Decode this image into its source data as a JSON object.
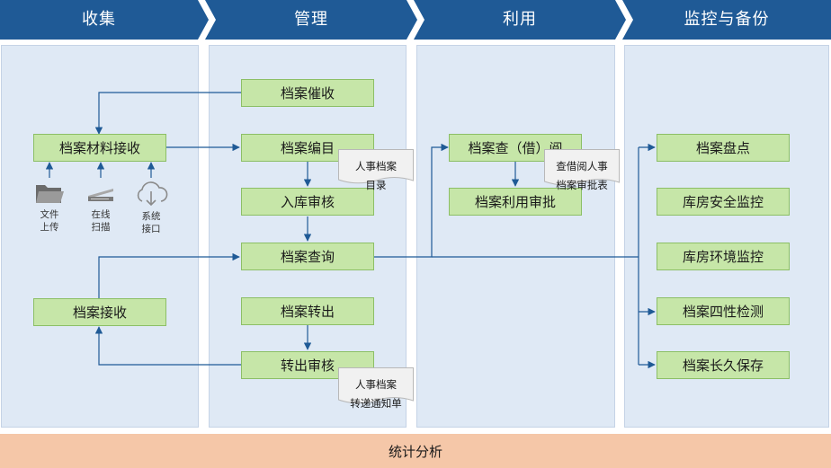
{
  "stages": [
    "收集",
    "管理",
    "利用",
    "监控与备份"
  ],
  "collect": {
    "receive_materials": "档案材料接收",
    "receive": "档案接收",
    "sources": [
      {
        "icon": "folder-icon",
        "line1": "文件",
        "line2": "上传"
      },
      {
        "icon": "scanner-icon",
        "line1": "在线",
        "line2": "扫描"
      },
      {
        "icon": "cloud-download-icon",
        "line1": "系统",
        "line2": "接口"
      }
    ]
  },
  "manage": {
    "urge": "档案催收",
    "catalog": "档案编目",
    "storage_review": "入库审核",
    "query": "档案查询",
    "transfer_out": "档案转出",
    "transfer_review": "转出审核",
    "doc_catalog": {
      "line1": "人事档案",
      "line2": "目录"
    },
    "doc_transfer": {
      "line1": "人事档案",
      "line2": "转递通知单"
    }
  },
  "use": {
    "lookup": "档案查（借）阅",
    "approval": "档案利用审批",
    "doc_form": {
      "line1": "查借阅人事",
      "line2": "档案审批表"
    }
  },
  "monitor": {
    "items": [
      "档案盘点",
      "库房安全监控",
      "库房环境监控",
      "档案四性检测",
      "档案长久保存"
    ]
  },
  "footer": "统计分析",
  "colors": {
    "header": "#1f5a96",
    "column_bg": "#dfe9f5",
    "box_fill": "#c6e6a8",
    "box_border": "#8cbf66",
    "line": "#1f5a96",
    "footer": "#f5c7a8"
  }
}
